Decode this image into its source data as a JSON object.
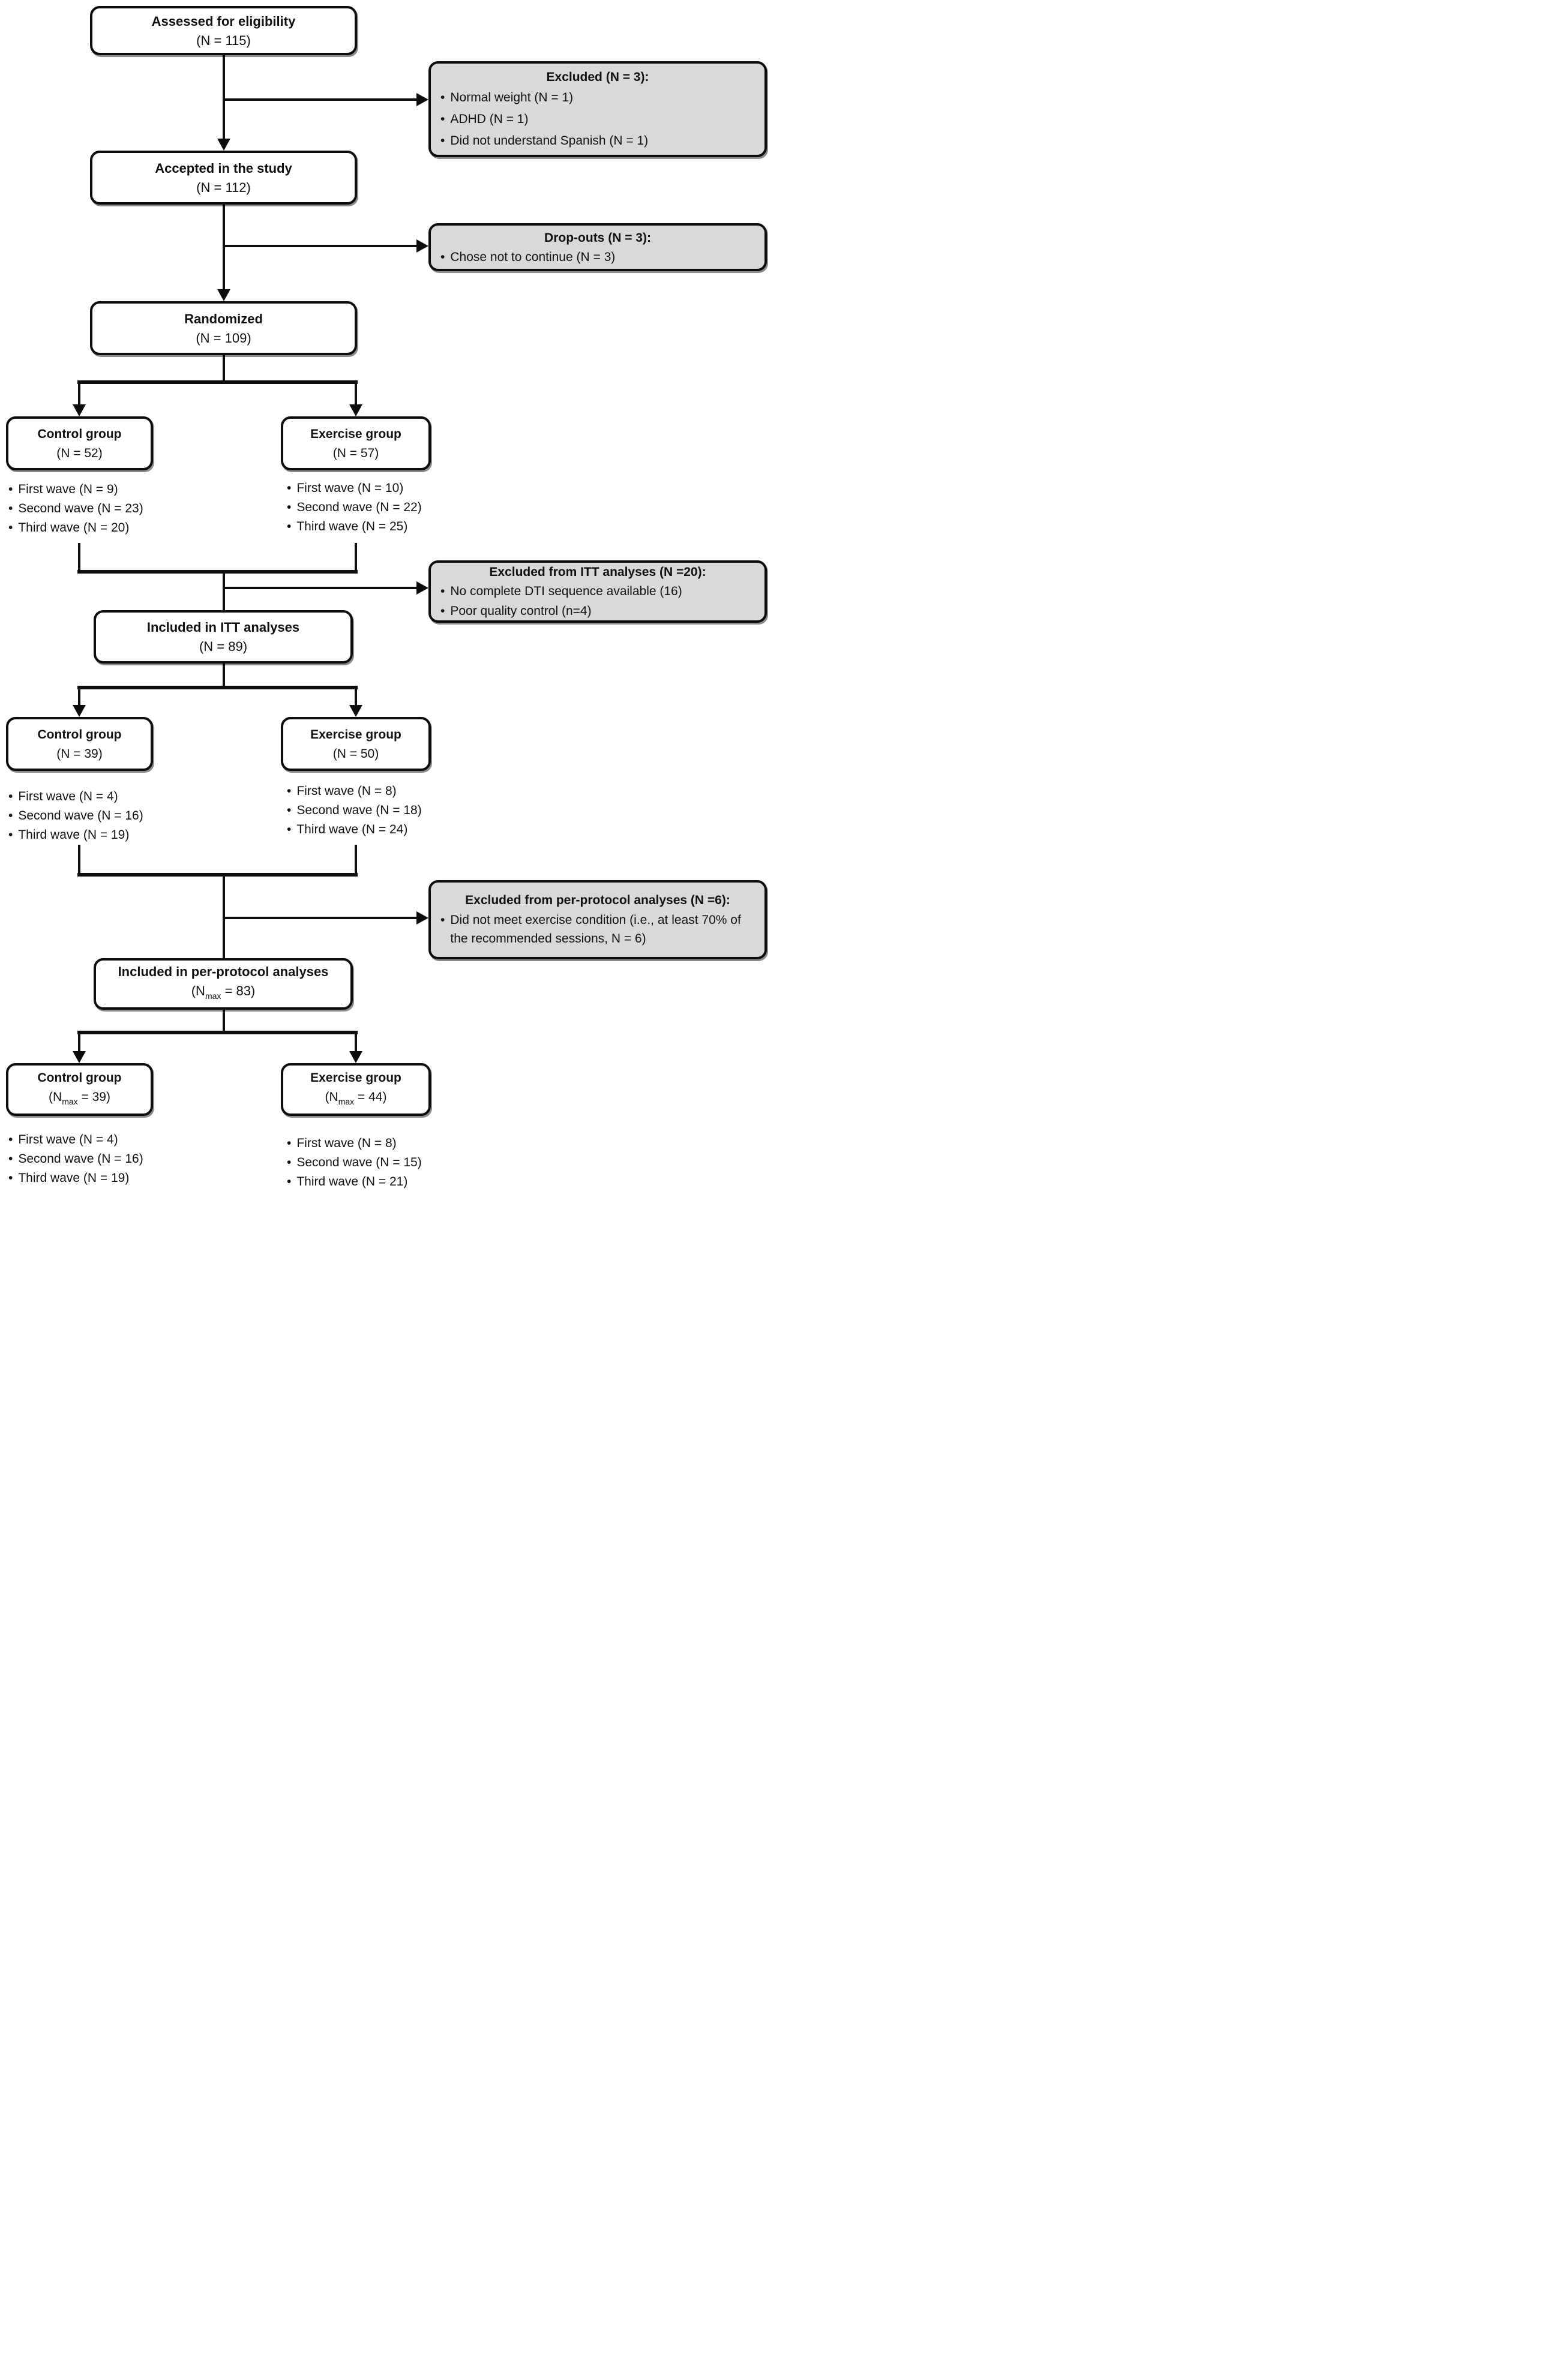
{
  "diagram": {
    "bullet": "•",
    "colors": {
      "background": "#ffffff",
      "box_border": "#0d0d0d",
      "gray_fill": "#d9d9d9",
      "text": "#111111"
    },
    "boxes": {
      "assessed": {
        "title": "Assessed for eligibility",
        "n": "(N = 115)"
      },
      "excluded_eligibility": {
        "title": "Excluded (N = 3):",
        "items": [
          "Normal weight (N = 1)",
          "ADHD (N = 1)",
          "Did not understand Spanish (N = 1)"
        ]
      },
      "accepted": {
        "title": "Accepted in the study",
        "n": "(N = 112)"
      },
      "dropouts": {
        "title": "Drop-outs (N = 3):",
        "items": [
          "Chose not to continue (N = 3)"
        ]
      },
      "randomized": {
        "title": "Randomized",
        "n": "(N = 109)"
      },
      "control_randomized": {
        "title": "Control group",
        "n": "(N = 52)",
        "waves": [
          "First wave (N = 9)",
          "Second wave (N = 23)",
          "Third wave (N = 20)"
        ]
      },
      "exercise_randomized": {
        "title": "Exercise group",
        "n": "(N = 57)",
        "waves": [
          "First wave (N = 10)",
          "Second wave (N = 22)",
          "Third wave (N = 25)"
        ]
      },
      "excluded_itt": {
        "title": "Excluded from ITT analyses (N =20):",
        "items": [
          "No complete DTI sequence available (16)",
          "Poor quality control (n=4)"
        ]
      },
      "itt": {
        "title": "Included in ITT analyses",
        "n": "(N = 89)"
      },
      "control_itt": {
        "title": "Control group",
        "n": "(N = 39)",
        "waves": [
          "First wave (N = 4)",
          "Second wave (N = 16)",
          "Third wave (N = 19)"
        ]
      },
      "exercise_itt": {
        "title": "Exercise group",
        "n": "(N = 50)",
        "waves": [
          "First wave (N = 8)",
          "Second wave (N = 18)",
          "Third wave (N = 24)"
        ]
      },
      "excluded_pp": {
        "title": "Excluded from per-protocol analyses (N =6):",
        "items": [
          "Did not meet exercise condition (i.e., at least 70% of the recommended sessions, N = 6)"
        ]
      },
      "pp": {
        "title": "Included in per-protocol analyses",
        "n_pre": "(N",
        "n_sub": "max",
        "n_post": " = 83)"
      },
      "control_pp": {
        "title": "Control group",
        "n_pre": "(N",
        "n_sub": "max",
        "n_post": " = 39)",
        "waves": [
          "First wave (N = 4)",
          "Second wave (N = 16)",
          "Third wave (N = 19)"
        ]
      },
      "exercise_pp": {
        "title": "Exercise group",
        "n_pre": "(N",
        "n_sub": "max",
        "n_post": " = 44)",
        "waves": [
          "First wave (N = 8)",
          "Second wave (N = 15)",
          "Third wave (N = 21)"
        ]
      }
    }
  }
}
